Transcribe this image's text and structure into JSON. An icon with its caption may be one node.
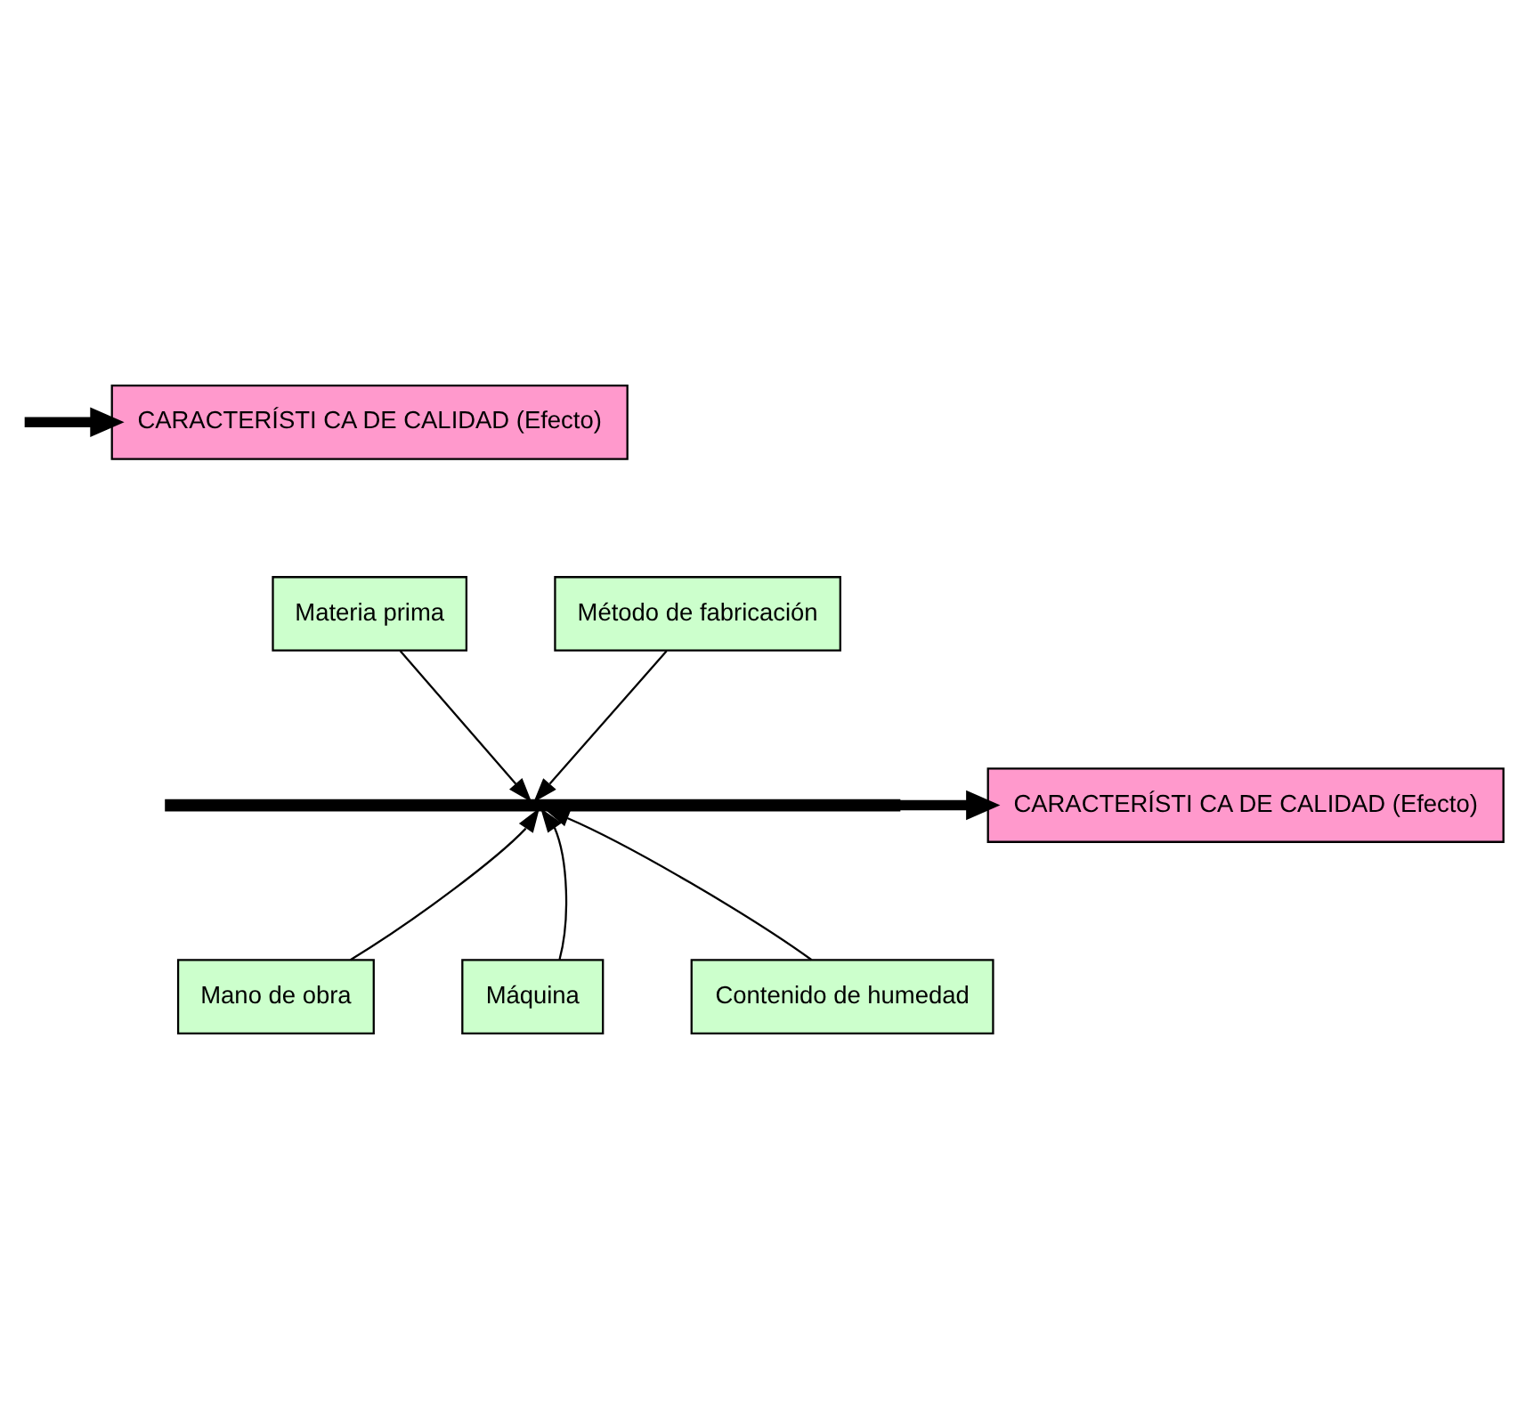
{
  "diagram": {
    "nodes": [
      {
        "text": [
          "CARACTERÍSTI CA DE CALIDAD (Efecto)"
        ]
      },
      {
        "text": [
          "Materia prima"
        ]
      },
      {
        "text": [
          "Método de fabricación"
        ]
      },
      {
        "text": [],
        "shape": "bar"
      },
      {
        "text": [
          "CARACTERÍSTI CA DE CALIDAD (Efecto)"
        ]
      },
      {
        "text": [
          "Mano de obra"
        ]
      },
      {
        "text": [
          "Máquina"
        ]
      },
      {
        "text": [
          "Contenido de humedad"
        ]
      }
    ],
    "edges": [
      {
        "from": null,
        "to": 0,
        "arrow": "to",
        "style": "thick"
      },
      {
        "from": 1,
        "to": 3,
        "arrow": "to"
      },
      {
        "from": 2,
        "to": 3,
        "arrow": "to"
      },
      {
        "from": 3,
        "to": 4,
        "arrow": "to",
        "style": "thick"
      },
      {
        "from": 5,
        "to": 3,
        "arrow": "to"
      },
      {
        "from": 6,
        "to": 3,
        "arrow": "to"
      },
      {
        "from": 7,
        "to": 3,
        "arrow": "to"
      }
    ]
  }
}
